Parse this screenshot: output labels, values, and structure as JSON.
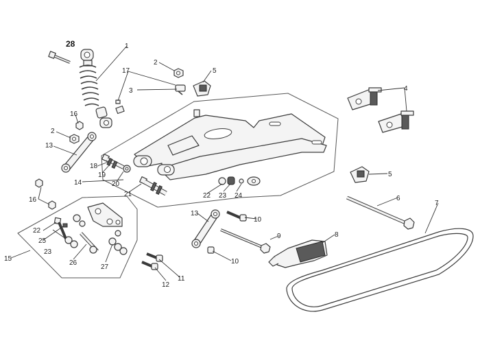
{
  "callouts": {
    "c1": "1",
    "c2a": "2",
    "c2b": "2",
    "c3": "3",
    "c4": "4",
    "c5a": "5",
    "c5b": "5",
    "c6": "6",
    "c7": "7",
    "c8": "8",
    "c9": "9",
    "c10a": "10",
    "c10b": "10",
    "c11": "11",
    "c12": "12",
    "c13a": "13",
    "c13b": "13",
    "c14": "14",
    "c15": "15",
    "c16a": "16",
    "c16b": "16",
    "c17": "17",
    "c18": "18",
    "c19": "19",
    "c20": "20",
    "c21": "21",
    "c22a": "22",
    "c22b": "22",
    "c23a": "23",
    "c23b": "23",
    "c24": "24",
    "c25": "25",
    "c26": "26",
    "c27": "27",
    "c28": "28"
  }
}
